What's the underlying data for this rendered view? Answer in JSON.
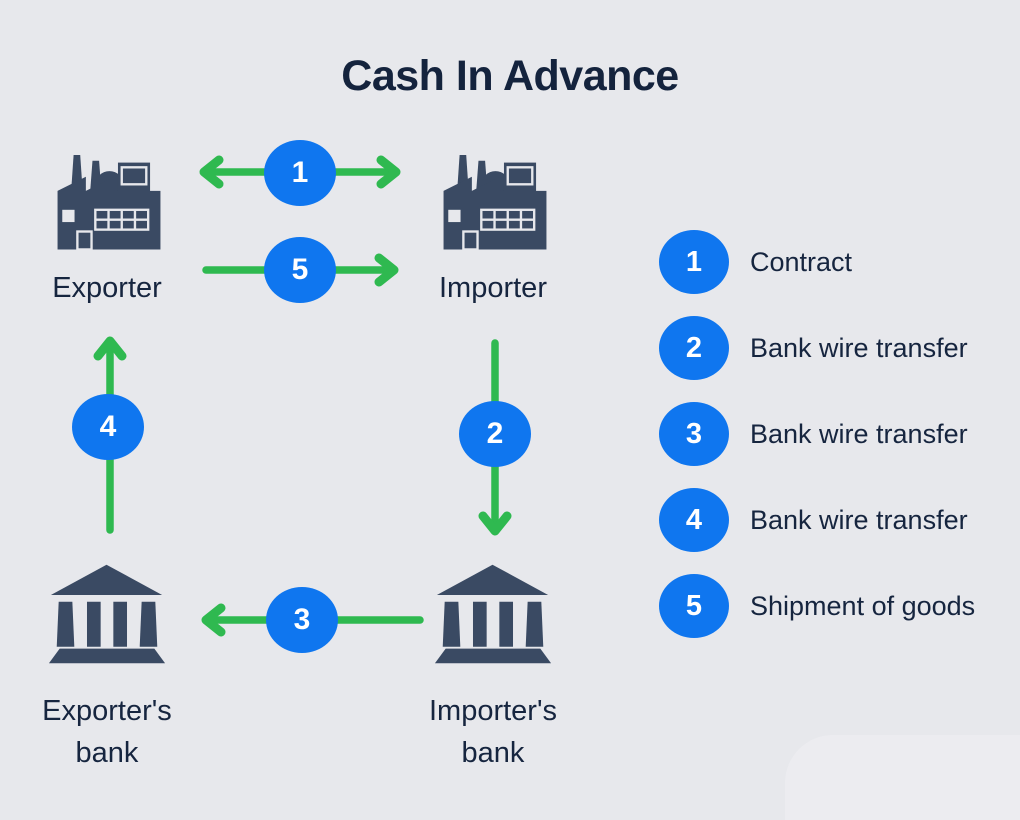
{
  "title": "Cash In Advance",
  "steps": [
    {
      "number": "1",
      "label": "Contract"
    },
    {
      "number": "2",
      "label": "Bank wire transfer"
    },
    {
      "number": "3",
      "label": "Bank wire transfer"
    },
    {
      "number": "4",
      "label": "Bank wire transfer"
    },
    {
      "number": "5",
      "label": "Shipment of goods"
    }
  ],
  "nodes": {
    "exporter": {
      "label": "Exporter",
      "icon": "factory-icon"
    },
    "importer": {
      "label": "Importer",
      "icon": "factory-icon"
    },
    "exporter_bank": {
      "label": "Exporter's bank",
      "icon": "bank-icon"
    },
    "importer_bank": {
      "label": "Importer's bank",
      "icon": "bank-icon"
    }
  },
  "colors": {
    "background": "#e7e8ec",
    "accent_blue": "#0f76ef",
    "arrow_green": "#2fb950",
    "icon_navy": "#3a4a63",
    "text_navy": "#16253f"
  }
}
